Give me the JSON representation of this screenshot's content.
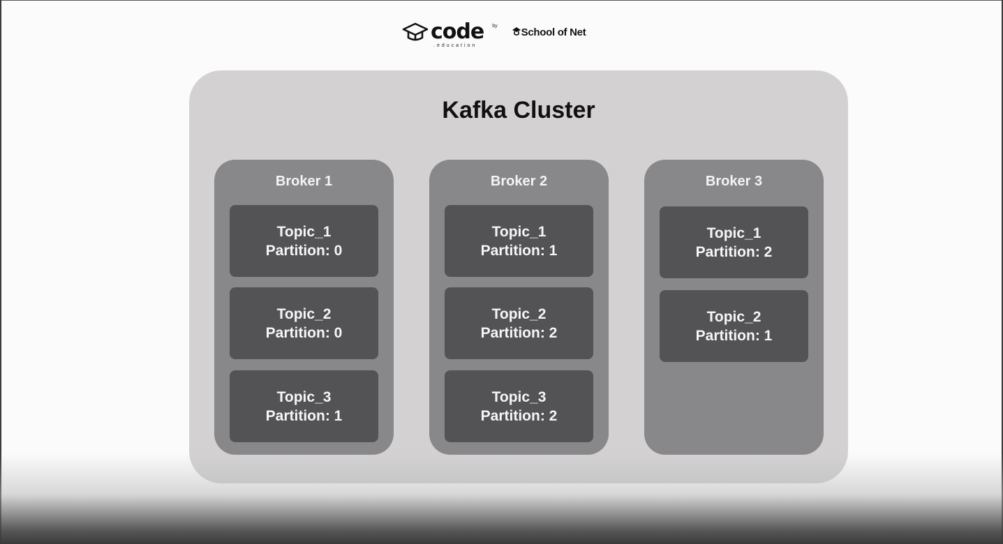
{
  "logos": {
    "code_word": "code",
    "code_sub": ".education",
    "by": "by",
    "school": "School of Net"
  },
  "cluster": {
    "title": "Kafka Cluster",
    "brokers": [
      {
        "name": "Broker 1",
        "partitions": [
          {
            "topic": "Topic_1",
            "partition": "Partition: 0"
          },
          {
            "topic": "Topic_2",
            "partition": "Partition: 0"
          },
          {
            "topic": "Topic_3",
            "partition": "Partition: 1"
          }
        ]
      },
      {
        "name": "Broker 2",
        "partitions": [
          {
            "topic": "Topic_1",
            "partition": "Partition: 1"
          },
          {
            "topic": "Topic_2",
            "partition": "Partition: 2"
          },
          {
            "topic": "Topic_3",
            "partition": "Partition: 2"
          }
        ]
      },
      {
        "name": "Broker 3",
        "partitions": [
          {
            "topic": "Topic_1",
            "partition": "Partition: 2"
          },
          {
            "topic": "Topic_2",
            "partition": "Partition: 1"
          }
        ]
      }
    ]
  },
  "colors": {
    "background": "#fbfbfb",
    "cluster": "#d3d1d2",
    "broker": "#888789",
    "partition": "#535254",
    "partition_text": "#f6f6f6"
  }
}
